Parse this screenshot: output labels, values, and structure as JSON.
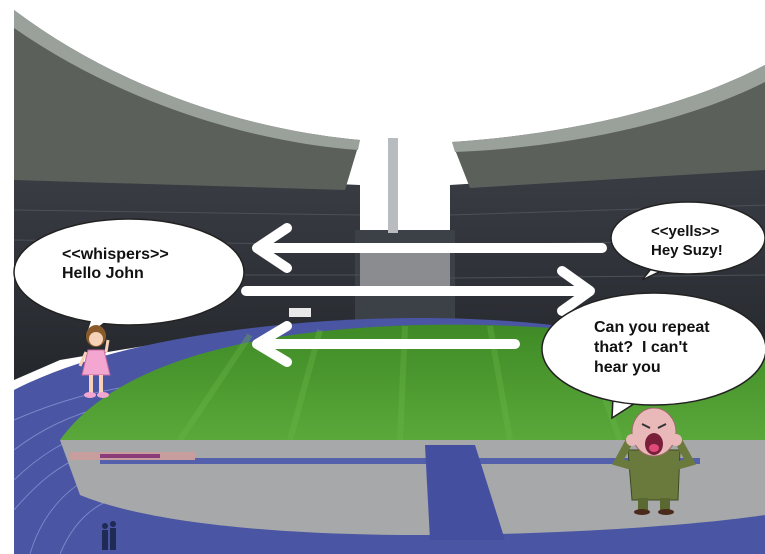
{
  "scene": {
    "colors": {
      "sky": "#ffffff",
      "field": "#4f9a2e",
      "track": "#4a55a3",
      "seats": "#2d3036",
      "roof": "#5a5f58",
      "arrow": "#ffffff"
    }
  },
  "bubbles": {
    "whisper": {
      "line1": "<<whispers>>",
      "line2": "Hello John"
    },
    "yell": {
      "line1": "<<yells>>",
      "line2": "Hey Suzy!"
    },
    "repeat": {
      "line1": "Can you repeat",
      "line2": "that?  I can't",
      "line3": "hear you"
    }
  }
}
